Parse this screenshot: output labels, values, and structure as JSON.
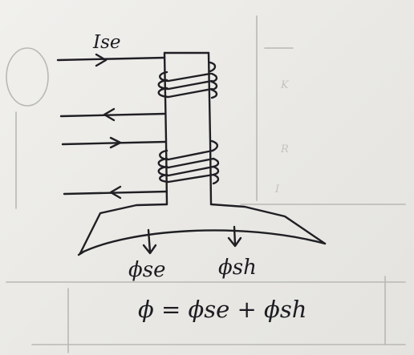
{
  "diagram": {
    "labels": {
      "series_current": "Ise",
      "phi_series": "ϕse",
      "phi_shunt": "ϕsh",
      "equation": "ϕ = ϕse + ϕsh"
    },
    "colors": {
      "paper": "#ecebe8",
      "ink": "#1f1f24",
      "bleed_through": "#b9b8b4"
    }
  }
}
